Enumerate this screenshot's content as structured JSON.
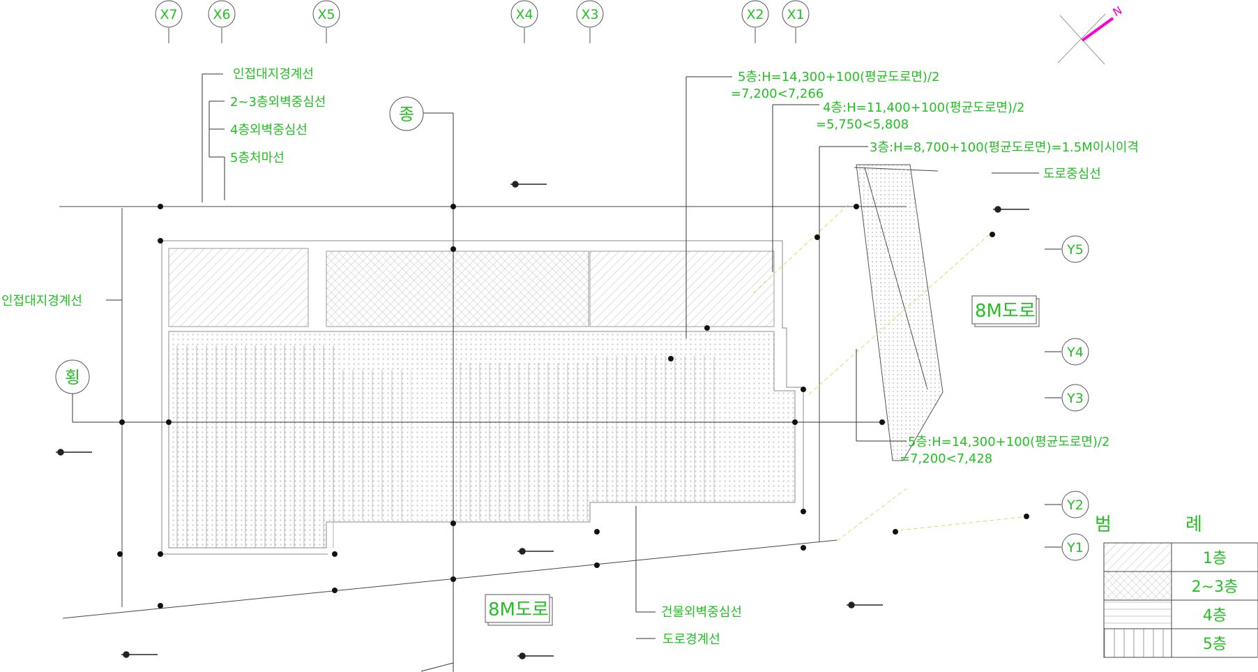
{
  "grid_x": [
    {
      "id": "x7",
      "label": "X7"
    },
    {
      "id": "x6",
      "label": "X6"
    },
    {
      "id": "x5",
      "label": "X5"
    },
    {
      "id": "x4",
      "label": "X4"
    },
    {
      "id": "x3",
      "label": "X3"
    },
    {
      "id": "x2",
      "label": "X2"
    },
    {
      "id": "x1",
      "label": "X1"
    }
  ],
  "grid_y": [
    {
      "id": "y5",
      "label": "Y5"
    },
    {
      "id": "y4",
      "label": "Y4"
    },
    {
      "id": "y3",
      "label": "Y3"
    },
    {
      "id": "y2",
      "label": "Y2"
    },
    {
      "id": "y1",
      "label": "Y1"
    }
  ],
  "section_markers": {
    "longitudinal": "종",
    "transverse": "횡"
  },
  "left_notes": {
    "adjacent_boundary": "인접대지경계선",
    "floor23_wall": "2~3층외벽중심선",
    "floor4_wall": "4층외벽중심선",
    "floor5_eave": "5층처마선"
  },
  "side_note": "인접대지경계선",
  "height_notes": {
    "h5_top_line1": "5층:H=14,300+100(평균도로면)/2",
    "h5_top_line2": "=7,200<7,266",
    "h4_line1": "4층:H=11,400+100(평균도로면)/2",
    "h4_line2": "=5,750<5,808",
    "h3_line1": "3층:H=8,700+100(평균도로면)=1.5M이시이격",
    "h5_bottom_line1": "5층:H=14,300+100(평균도로면)/2",
    "h5_bottom_line2": "=7,200<7,428"
  },
  "road_centerline": "도로중심선",
  "roads": {
    "east": "8M도로",
    "south": "8M도로"
  },
  "bottom_notes": {
    "building_wall": "건물외벽중심선",
    "road_boundary": "도로경계선"
  },
  "legend": {
    "title_left": "범",
    "title_right": "례",
    "rows": [
      {
        "label": "1층",
        "pattern": "diagonal-hatch"
      },
      {
        "label": "2~3층",
        "pattern": "cross-hatch"
      },
      {
        "label": "4층",
        "pattern": "horizontal-lines"
      },
      {
        "label": "5층",
        "pattern": "vertical-lines"
      }
    ]
  },
  "north_arrow": {
    "label": "N",
    "color": "#ff00cc"
  },
  "colors": {
    "text": "#22c022",
    "line": "#222222",
    "dim": "#e8e06a",
    "hatch": "#b8b8b8",
    "north": "#ff00cc"
  }
}
